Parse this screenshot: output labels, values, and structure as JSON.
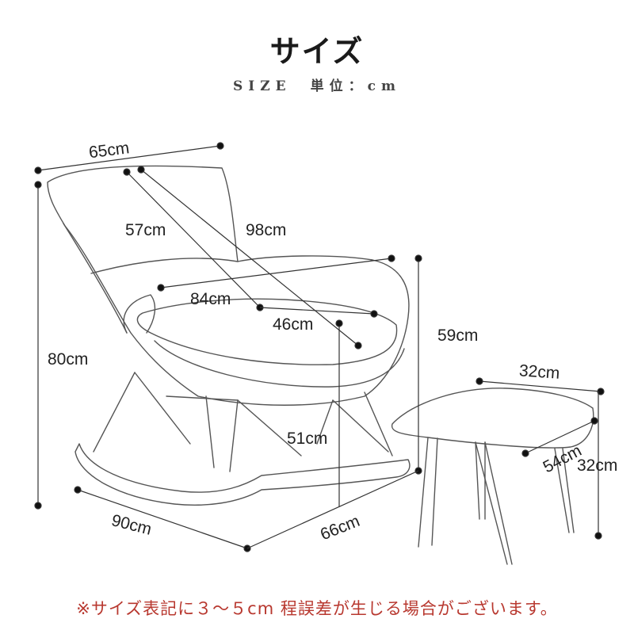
{
  "header": {
    "title": "サイズ",
    "subtitle": "SIZE　単位：cm"
  },
  "dimensions": {
    "chair_width": "65cm",
    "seat_depth": "57cm",
    "chair_depth": "98cm",
    "seat_width": "84cm",
    "seat_inner": "46cm",
    "total_height": "80cm",
    "ottoman_height_dim": "59cm",
    "seat_height": "51cm",
    "base_length": "90cm",
    "base_width": "66cm",
    "ottoman_width": "32cm",
    "ottoman_depth": "54cm",
    "ottoman_height": "32cm"
  },
  "footer": {
    "note": "※サイズ表記に３～５cm 程誤差が生じる場合がございます。"
  },
  "colors": {
    "accent_note": "#b8382f",
    "line": "#333333"
  }
}
